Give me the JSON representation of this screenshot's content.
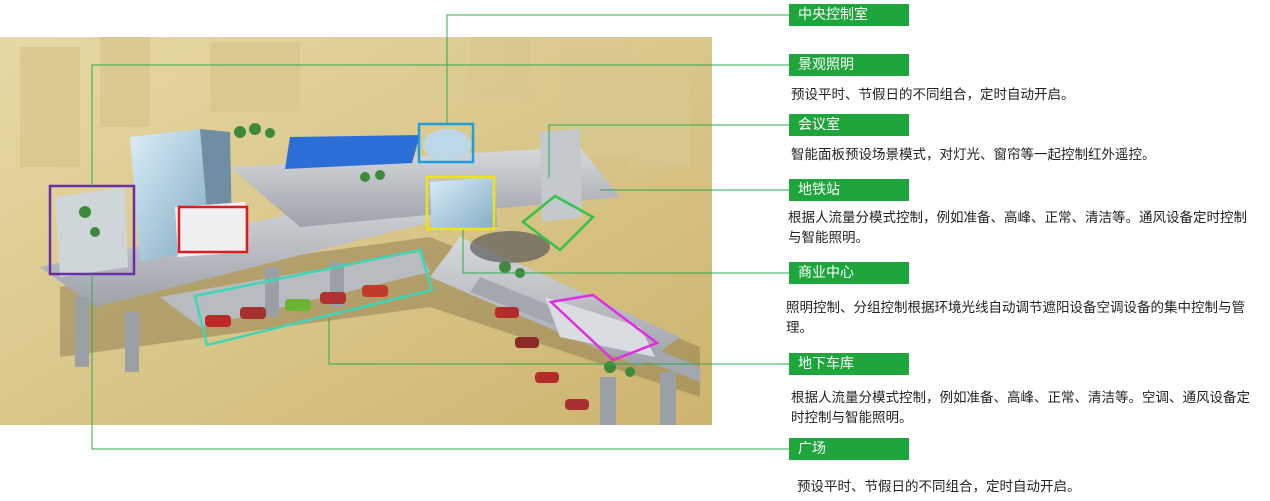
{
  "colors": {
    "tag_bg": "#1ea53c",
    "leader": "#2fa84f",
    "box_control_room": "#1f9ee0",
    "box_landscape": "#6a2ea6",
    "box_meeting": "#e11b1b",
    "box_metro": "#f0e21a",
    "box_commerce": "#35c24a",
    "box_garage": "#3fd6b6",
    "box_plaza": "#e02fe0"
  },
  "sections": [
    {
      "id": "control_room",
      "title": "中央控制室",
      "desc": ""
    },
    {
      "id": "landscape_lighting",
      "title": "景观照明",
      "desc": "预设平时、节假日的不同组合，定时自动开启。"
    },
    {
      "id": "meeting_room",
      "title": "会议室",
      "desc": "智能面板预设场景模式，对灯光、窗帘等一起控制红外遥控。"
    },
    {
      "id": "metro_station",
      "title": "地铁站",
      "desc": "根据人流量分模式控制，例如准备、高峰、正常、清洁等。通风设备定时控制与智能照明。"
    },
    {
      "id": "commercial_center",
      "title": "商业中心",
      "desc": "照明控制、分组控制根据环境光线自动调节遮阳设备空调设备的集中控制与管理。"
    },
    {
      "id": "underground_garage",
      "title": "地下车库",
      "desc": "根据人流量分模式控制，例如准备、高峰、正常、清洁等。空调、通风设备定时控制与智能照明。"
    },
    {
      "id": "plaza",
      "title": "广场",
      "desc": "预设平时、节假日的不同组合，定时自动开启。"
    }
  ]
}
